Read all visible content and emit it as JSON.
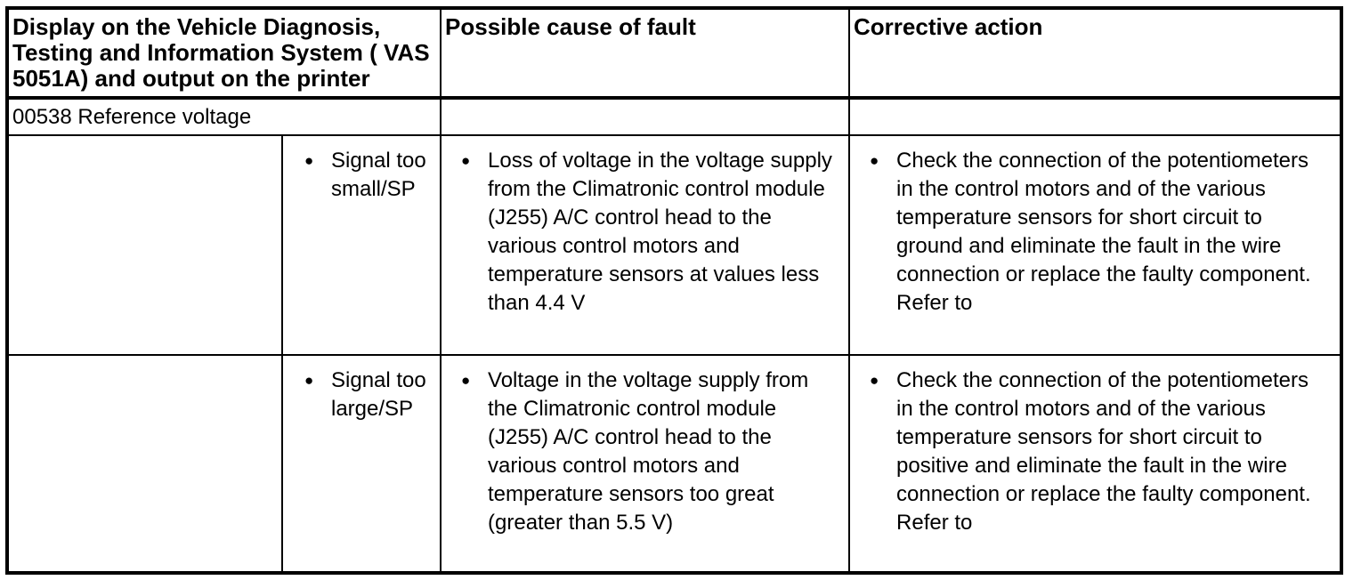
{
  "table": {
    "bullet_char": "●",
    "headers": {
      "display": "Display on the Vehicle Diagnosis,\nTesting and Information System ( VAS\n5051A) and output on the printer",
      "cause": "Possible cause of fault",
      "action": "Corrective action"
    },
    "fault_code": "00538 Reference voltage",
    "rows": [
      {
        "display": "Signal too small/SP",
        "cause": "Loss of voltage in the voltage supply from the Climatronic control module (J255) A/C control head to the various control motors and temperature sensors at values less than 4.4 V",
        "action": "Check the connection of the potentiometers in the control motors and of the various temperature sensors for short circuit to ground and eliminate the fault in the wire connection or replace the faulty component. Refer to"
      },
      {
        "display": "Signal too large/SP",
        "cause": "Voltage in the voltage supply from the Climatronic control module (J255) A/C control head to the various control motors and temperature sensors too great (greater than 5.5 V)",
        "action": "Check the connection of the potentiometers in the control motors and of the various temperature sensors for short circuit to positive and eliminate the fault in the wire connection or replace the faulty component. Refer to"
      }
    ]
  }
}
